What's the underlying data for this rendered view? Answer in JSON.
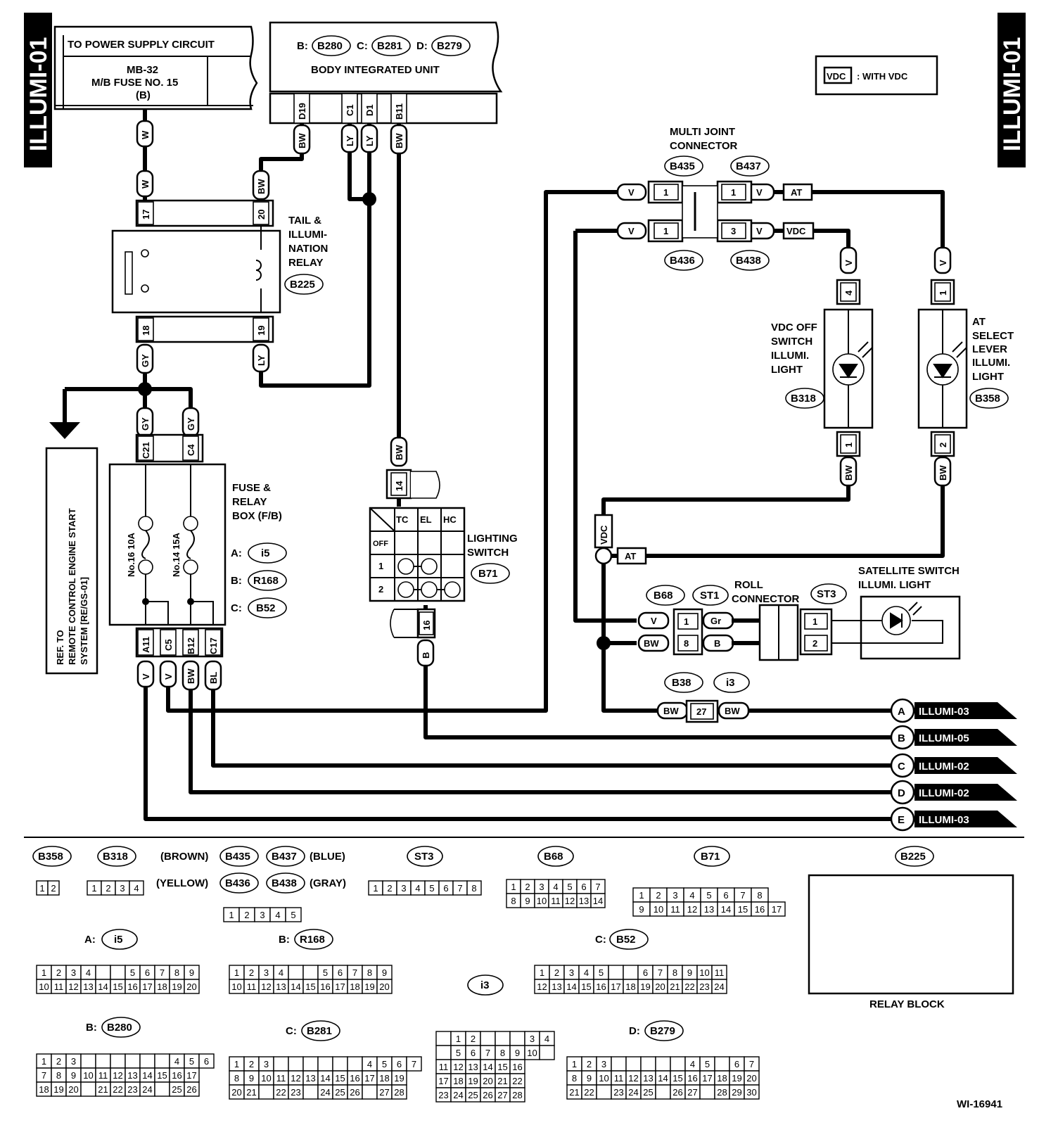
{
  "sheet": {
    "tag": "ILLUMI-01",
    "code": "WI-16941",
    "legend_box": "VDC",
    "legend_text": ": WITH VDC"
  },
  "power": {
    "title": "TO POWER SUPPLY CIRCUIT",
    "l1": "MB-32",
    "l2": "M/B FUSE NO. 15",
    "l3": "(B)"
  },
  "biu": {
    "b": "B:",
    "b_code": "B280",
    "c": "C:",
    "c_code": "B281",
    "d": "D:",
    "d_code": "B279",
    "name": "BODY INTEGRATED UNIT",
    "pins": [
      "D19",
      "C1",
      "D1",
      "B11"
    ]
  },
  "relay": {
    "name": [
      "TAIL &",
      "ILLUMI-",
      "NATION",
      "RELAY"
    ],
    "code": "B225",
    "pins": [
      "17",
      "20",
      "18",
      "19"
    ]
  },
  "fb": {
    "name": [
      "FUSE &",
      "RELAY",
      "BOX (F/B)"
    ],
    "a": "A:",
    "a_code": "i5",
    "b": "B:",
    "b_code": "R168",
    "c": "C:",
    "c_code": "B52",
    "fuse1": "No.16 10A",
    "fuse2": "No.14 15A",
    "top_pins": [
      "C21",
      "C4"
    ],
    "bottom_pins": [
      "A11",
      "C5",
      "B12",
      "C17"
    ]
  },
  "ref": [
    "REF. TO",
    "REMOTE CONTROL ENGINE START",
    "SYSTEM [RE/GS-01]"
  ],
  "lighting": {
    "name": [
      "LIGHTING",
      "SWITCH"
    ],
    "code": "B71",
    "cols": [
      "TC",
      "EL",
      "HC"
    ],
    "rows": [
      "OFF",
      "1",
      "2"
    ],
    "pins": [
      "14",
      "16"
    ]
  },
  "mjc": {
    "name": [
      "MULTI JOINT",
      "CONNECTOR"
    ],
    "codes": [
      "B435",
      "B437",
      "B436",
      "B438"
    ],
    "pins": [
      "1",
      "1",
      "1",
      "3"
    ]
  },
  "vdc_sw": {
    "name": [
      "VDC OFF",
      "SWITCH",
      "ILLUMI.",
      "LIGHT"
    ],
    "code": "B318",
    "pins": [
      "4",
      "1"
    ]
  },
  "at_sel": {
    "name": [
      "AT",
      "SELECT",
      "LEVER",
      "ILLUMI.",
      "LIGHT"
    ],
    "code": "B358",
    "pins": [
      "1",
      "2"
    ]
  },
  "roll": {
    "name": [
      "ROLL",
      "CONNECTOR"
    ],
    "codes": [
      "B68",
      "ST1",
      "ST3"
    ],
    "pins": [
      "1",
      "8",
      "1",
      "2"
    ]
  },
  "sat": {
    "name": [
      "SATELLITE SWITCH",
      "ILLUMI. LIGHT"
    ]
  },
  "joint": {
    "codes": [
      "B38",
      "i3"
    ],
    "pin": "27"
  },
  "wire_colors": {
    "W": "W",
    "BW": "BW",
    "LY": "LY",
    "GY": "GY",
    "V": "V",
    "BL": "BL",
    "B": "B",
    "Gr": "Gr",
    "AT": "AT",
    "VDC": "VDC"
  },
  "outputs": [
    {
      "letter": "A",
      "label": "ILLUMI-03"
    },
    {
      "letter": "B",
      "label": "ILLUMI-05"
    },
    {
      "letter": "C",
      "label": "ILLUMI-02"
    },
    {
      "letter": "D",
      "label": "ILLUMI-02"
    },
    {
      "letter": "E",
      "label": "ILLUMI-03"
    }
  ],
  "connectors": {
    "b358": "B358",
    "b318": "B318",
    "brown": "(BROWN)",
    "b435": "B435",
    "b437": "B437",
    "blue": "(BLUE)",
    "yellow": "(YELLOW)",
    "b436": "B436",
    "b438": "B438",
    "gray": "(GRAY)",
    "st3": "ST3",
    "b68": "B68",
    "b71": "B71",
    "b225": "B225",
    "relay_block": "RELAY BLOCK",
    "a": "A:",
    "i5": "i5",
    "b": "B:",
    "r168": "R168",
    "c": "C:",
    "b52": "B52",
    "i3": "i3",
    "b280": "B280",
    "b281": "B281",
    "d": "D:",
    "b279": "B279"
  }
}
